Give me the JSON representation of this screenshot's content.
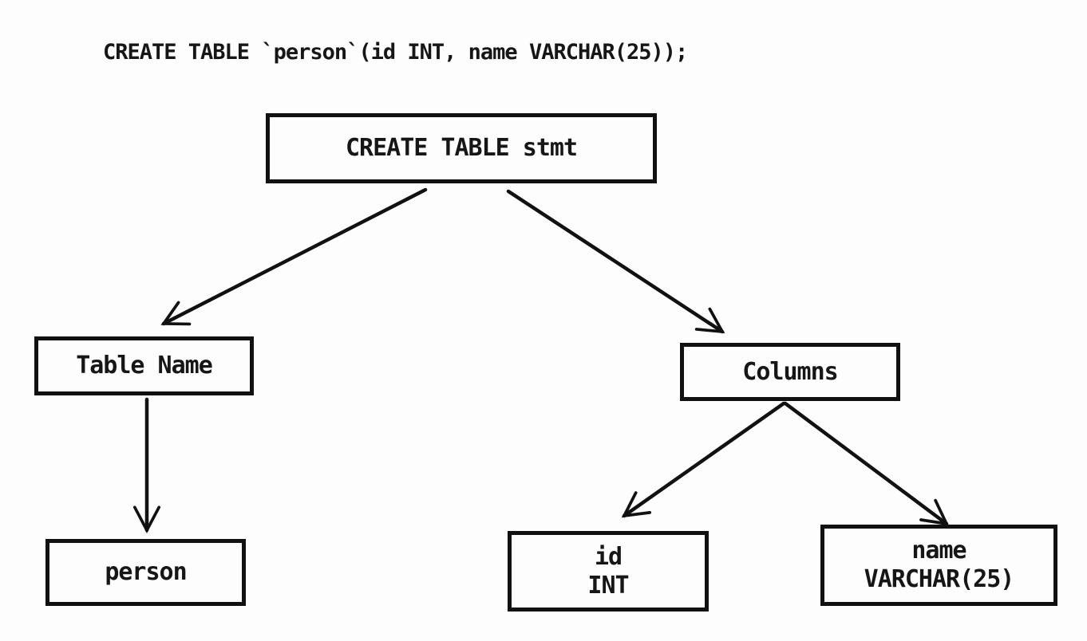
{
  "diagram": {
    "title_semantic": "CREATE TABLE statement parse tree",
    "sql_statement": "CREATE TABLE `person`(id INT, name VARCHAR(25));",
    "nodes": {
      "root": {
        "label": "CREATE TABLE stmt"
      },
      "table_name": {
        "label": "Table Name"
      },
      "columns": {
        "label": "Columns"
      },
      "person": {
        "label": "person"
      },
      "id_column": {
        "line1": "id",
        "line2": "INT"
      },
      "name_column": {
        "line1": "name",
        "line2": "VARCHAR(25)"
      }
    },
    "edges": [
      {
        "from": "root",
        "to": "table_name"
      },
      {
        "from": "root",
        "to": "columns"
      },
      {
        "from": "table_name",
        "to": "person"
      },
      {
        "from": "columns",
        "to": "id_column"
      },
      {
        "from": "columns",
        "to": "name_column"
      }
    ],
    "colors": {
      "background": "#fdfdfd",
      "line": "#111111",
      "text": "#161616"
    }
  }
}
